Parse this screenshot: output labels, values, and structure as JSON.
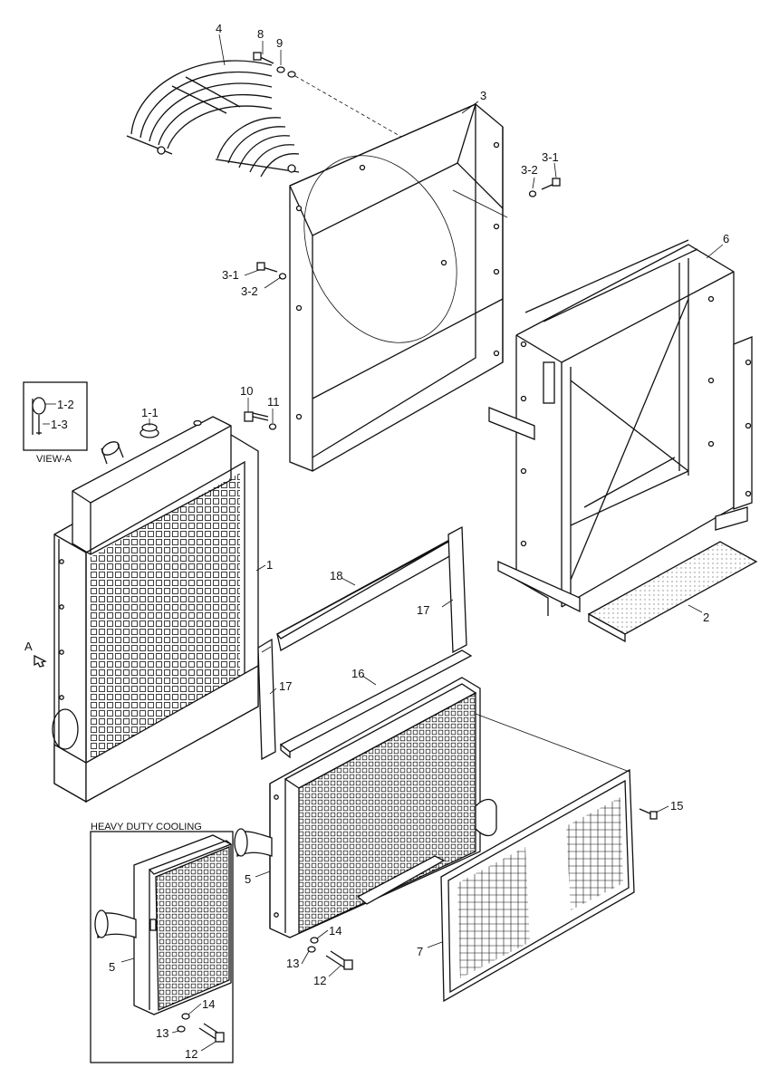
{
  "diagram": {
    "labels": {
      "p1": "1",
      "p1_1": "1-1",
      "p1_2": "1-2",
      "p1_3": "1-3",
      "p2": "2",
      "p3": "3",
      "p3_1a": "3-1",
      "p3_2a": "3-2",
      "p3_1b": "3-1",
      "p3_2b": "3-2",
      "p4": "4",
      "p5a": "5",
      "p5b": "5",
      "p6": "6",
      "p7": "7",
      "p8": "8",
      "p9": "9",
      "p10": "10",
      "p11": "11",
      "p12a": "12",
      "p12b": "12",
      "p13a": "13",
      "p13b": "13",
      "p14a": "14",
      "p14b": "14",
      "p15": "15",
      "p16": "16",
      "p17a": "17",
      "p17b": "17",
      "p18": "18",
      "arrow_a": "A"
    },
    "view_a_caption": "VIEW-A",
    "heavy_duty_caption": "HEAVY DUTY COOLING"
  }
}
